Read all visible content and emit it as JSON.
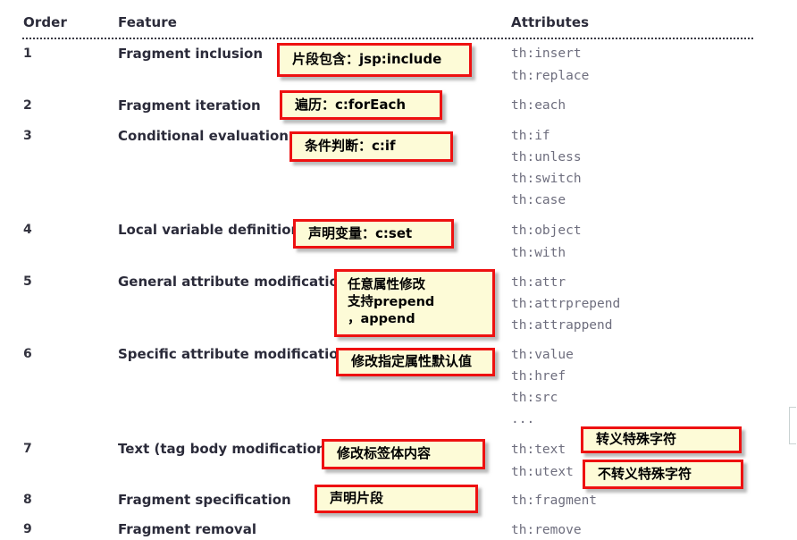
{
  "table": {
    "headers": {
      "order": "Order",
      "feature": "Feature",
      "attributes": "Attributes"
    },
    "rows": [
      {
        "order": "1",
        "feature": "Fragment inclusion",
        "attributes": [
          "th:insert",
          "th:replace"
        ]
      },
      {
        "order": "2",
        "feature": "Fragment iteration",
        "attributes": [
          "th:each"
        ]
      },
      {
        "order": "3",
        "feature": "Conditional evaluation",
        "attributes": [
          "th:if",
          "th:unless",
          "th:switch",
          "th:case"
        ]
      },
      {
        "order": "4",
        "feature": "Local variable definition",
        "attributes": [
          "th:object",
          "th:with"
        ]
      },
      {
        "order": "5",
        "feature": "General attribute modification",
        "attributes": [
          "th:attr",
          "th:attrprepend",
          "th:attrappend"
        ]
      },
      {
        "order": "6",
        "feature": "Specific attribute modification",
        "attributes": [
          "th:value",
          "th:href",
          "th:src",
          "..."
        ]
      },
      {
        "order": "7",
        "feature": "Text (tag body modification)",
        "attributes": [
          "th:text",
          "th:utext"
        ]
      },
      {
        "order": "8",
        "feature": "Fragment specification",
        "attributes": [
          "th:fragment"
        ]
      },
      {
        "order": "9",
        "feature": "Fragment removal",
        "attributes": [
          "th:remove"
        ]
      }
    ]
  },
  "annotations": [
    {
      "id": "annotation-fragment-inclusion",
      "lines": [
        "片段包含：jsp:include"
      ]
    },
    {
      "id": "annotation-fragment-iteration",
      "lines": [
        "遍历：c:forEach"
      ]
    },
    {
      "id": "annotation-conditional",
      "lines": [
        "条件判断：c:if"
      ]
    },
    {
      "id": "annotation-local-variable",
      "lines": [
        "声明变量：c:set"
      ]
    },
    {
      "id": "annotation-general-attribute",
      "lines": [
        "任意属性修改",
        "支持prepend",
        "，append"
      ]
    },
    {
      "id": "annotation-specific-attribute",
      "lines": [
        "修改指定属性默认值"
      ]
    },
    {
      "id": "annotation-text-body",
      "lines": [
        "修改标签体内容"
      ]
    },
    {
      "id": "annotation-escape",
      "lines": [
        "转义特殊字符"
      ]
    },
    {
      "id": "annotation-unescape",
      "lines": [
        "不转义特殊字符"
      ]
    },
    {
      "id": "annotation-fragment-spec",
      "lines": [
        "声明片段"
      ]
    }
  ],
  "colors": {
    "callout_border": "#ee1111",
    "callout_fill": "#fdfbd7",
    "header_text": "#2b2b3a",
    "attribute_text": "#6e6e7e",
    "page_background": "#ffffff"
  }
}
